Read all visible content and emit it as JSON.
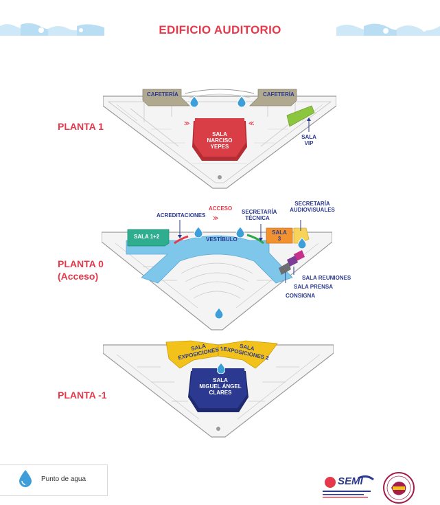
{
  "title": "EDIFICIO AUDITORIO",
  "floors": {
    "planta1": {
      "label": "PLANTA 1",
      "rooms": {
        "cafeteria_left": "CAFETERÍA",
        "cafeteria_right": "CAFETERÍA",
        "main_hall": [
          "SALA",
          "NARCISO",
          "YEPES"
        ],
        "vip": [
          "SALA",
          "VIP"
        ]
      }
    },
    "planta0": {
      "label_line1": "PLANTA 0",
      "label_line2": "(Acceso)",
      "rooms": {
        "acreditaciones": "ACREDITACIONES",
        "acceso": "ACCESO",
        "secretaria_tecnica": [
          "SECRETARÍA",
          "TÉCNICA"
        ],
        "secretaria_audiovisuales": [
          "SECRETARÍA",
          "AUDIOVISUALES"
        ],
        "sala12": "SALA 1+2",
        "vestibulo": "VESTÍBULO",
        "sala3": [
          "SALA",
          "3"
        ],
        "sala_reuniones": "SALA REUNIONES",
        "sala_prensa": "SALA PRENSA",
        "consigna": "CONSIGNA"
      }
    },
    "plantaM1": {
      "label": "PLANTA -1",
      "rooms": {
        "expo1": [
          "SALA",
          "EXPOSICIONES 1"
        ],
        "expo2": [
          "SALA",
          "EXPOSICIONES 2"
        ],
        "main_hall": [
          "SALA",
          "MIGUEL ÁNGEL",
          "CLARES"
        ]
      }
    }
  },
  "legend": {
    "water_point": "Punto de agua"
  },
  "logos": {
    "semi": "SEMI"
  },
  "colors": {
    "accent_red": "#e5384a",
    "navy": "#2b3990",
    "main_hall_red": "#d93d45",
    "cafeteria": "#b0a88f",
    "vip_green": "#8cc63e",
    "vestibulo_blue": "#7fc7ea",
    "sala12_teal": "#2fae8f",
    "sala3_orange": "#f2922f",
    "audiovisual_yellow": "#f7d35c",
    "reuniones_magenta": "#c62f8a",
    "prensa_purple": "#7b3d96",
    "consigna_gray": "#6d6e71",
    "expo_yellow": "#f2c21b",
    "miguel_navy": "#2b3990",
    "water_blue": "#3d9ed9",
    "deco_lightblue": "#cfe8f7"
  }
}
